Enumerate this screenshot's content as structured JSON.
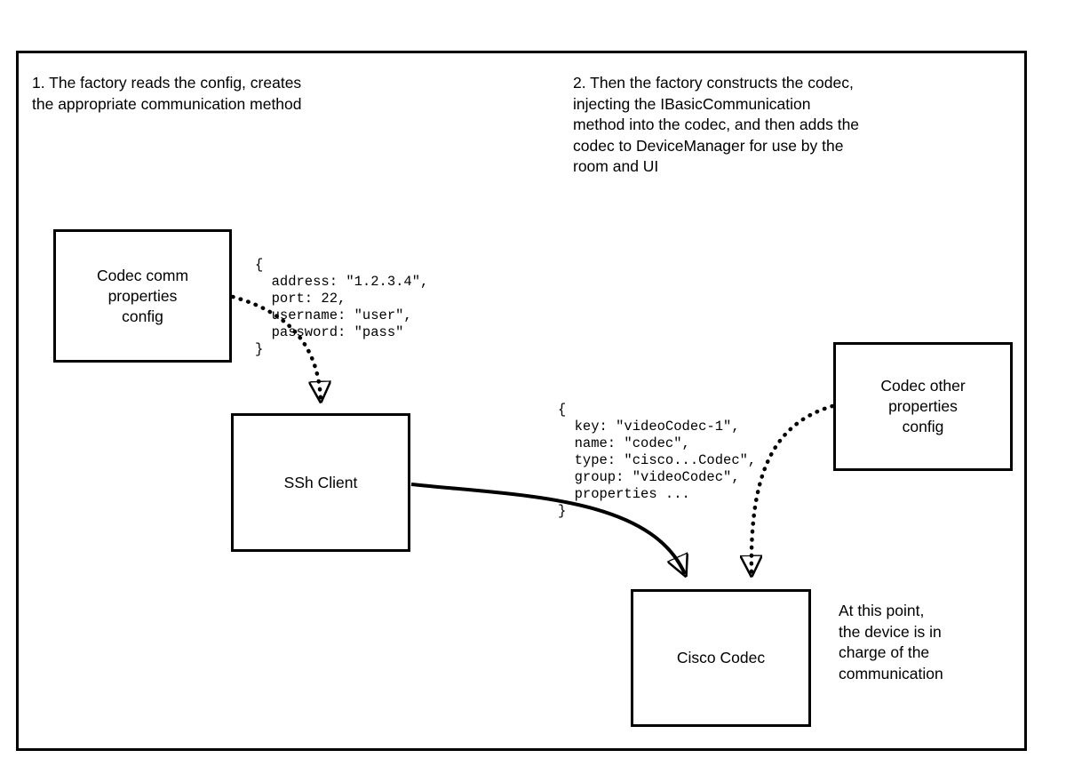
{
  "canvas": {
    "background": "#ffffff",
    "stroke_color": "#000000"
  },
  "notes": {
    "step1": "1. The factory reads the config, creates\nthe appropriate communication method",
    "step2": "2. Then the factory constructs the codec,\ninjecting the IBasicCommunication\nmethod into the codec, and then adds the\ncodec to DeviceManager for use by the\nroom and UI",
    "result": "At this point,\nthe device is in\ncharge of the\ncommunication"
  },
  "nodes": {
    "codec_comm_config": "Codec comm\nproperties\nconfig",
    "ssh_client": "SSh Client",
    "codec_other_config": "Codec other\nproperties\nconfig",
    "cisco_codec": "Cisco Codec"
  },
  "code": {
    "comm_properties": "{\n  address: \"1.2.3.4\",\n  port: 22,\n  username: \"user\",\n  password: \"pass\"\n}",
    "codec_properties": "{\n  key: \"videoCodec-1\",\n  name: \"codec\",\n  type: \"cisco...Codec\",\n  group: \"videoCodec\",\n  properties ...\n}"
  },
  "connectors": {
    "comm_config_to_ssh": "dotted",
    "ssh_to_cisco_codec": "solid",
    "other_config_to_cisco_codec": "dotted"
  }
}
